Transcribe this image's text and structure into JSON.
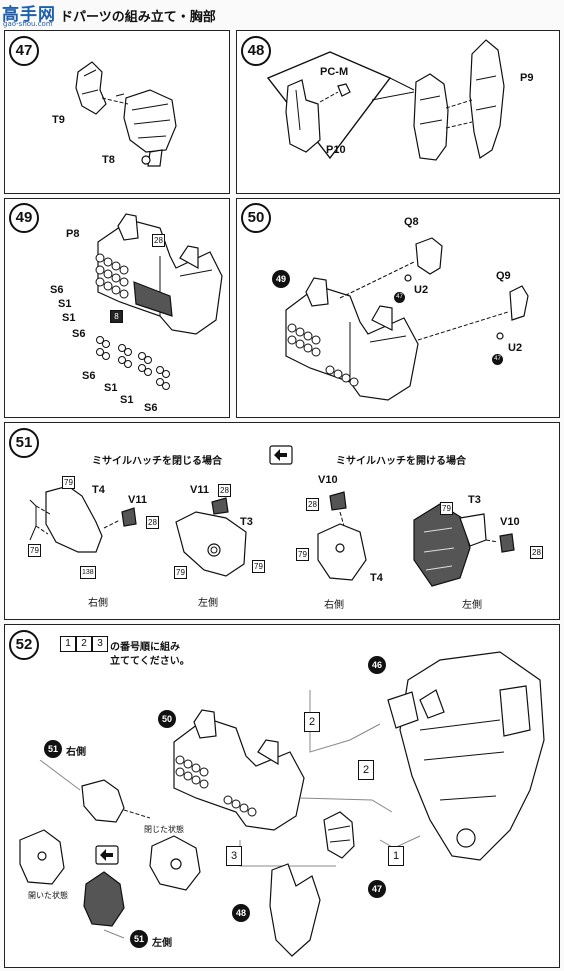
{
  "header": {
    "logo_text": "高手网",
    "logo_sub": "gao-shou.com",
    "title": "ドパーツの組み立て・胸部"
  },
  "steps": {
    "s47": {
      "num": "47",
      "labels": {
        "t9": "T9",
        "t8": "T8"
      }
    },
    "s48": {
      "num": "48",
      "labels": {
        "pcm": "PC-M",
        "p10": "P10",
        "p9": "P9"
      }
    },
    "s49": {
      "num": "49",
      "labels": {
        "p8": "P8",
        "s6a": "S6",
        "s1a": "S1",
        "s1b": "S1",
        "s6b": "S6",
        "n8": "8",
        "n28": "28",
        "s6c": "S6",
        "s1c": "S1",
        "s1d": "S1",
        "s6d": "S6"
      }
    },
    "s50": {
      "num": "50",
      "ref49": "49",
      "labels": {
        "q8": "Q8",
        "u2a": "U2",
        "q9": "Q9",
        "u2b": "U2",
        "d47a": "47",
        "d47b": "47"
      }
    },
    "s51": {
      "num": "51",
      "closed_title": "ミサイルハッチを閉じる場合",
      "open_title": "ミサイルハッチを開ける場合",
      "labels": {
        "t4a": "T4",
        "v11a": "V11",
        "b79a": "79",
        "b79b": "79",
        "b138": "138",
        "b28a": "28",
        "v11b": "V11",
        "b28b": "28",
        "t3a": "T3",
        "b79c": "79",
        "b79d": "79",
        "v10a": "V10",
        "b28c": "28",
        "b79e": "79",
        "t4b": "T4",
        "t3b": "T3",
        "b79f": "79",
        "v10b": "V10",
        "b28d": "28"
      },
      "right_side": "右側",
      "left_side": "左側"
    },
    "s52": {
      "num": "52",
      "instruction_boxes": [
        "1",
        "2",
        "3"
      ],
      "instruction_line1": "の番号順に組み",
      "instruction_line2": "立ててください。",
      "ref46": "46",
      "ref50": "50",
      "ref51a": "51",
      "ref51b": "51",
      "ref47": "47",
      "ref48": "48",
      "right_side": "右側",
      "left_side": "左側",
      "closed_state": "閉じた状態",
      "open_state": "開いた状態",
      "order_marks": {
        "m2a": "2",
        "m2b": "2",
        "m3": "3",
        "m1": "1"
      }
    }
  }
}
